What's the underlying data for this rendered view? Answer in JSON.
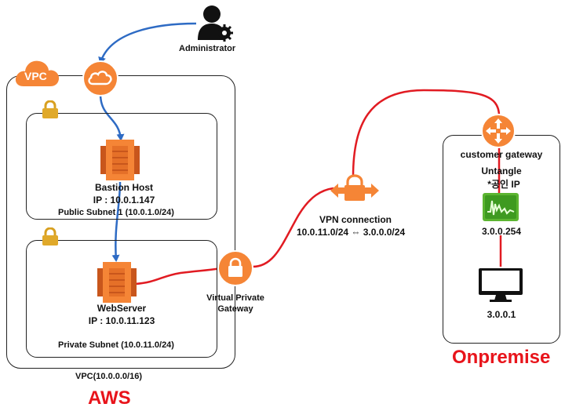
{
  "admin": {
    "label": "Administrator"
  },
  "vpc": {
    "badge": "VPC",
    "cidr_label": "VPC(10.0.0.0/16)"
  },
  "aws": {
    "label": "AWS"
  },
  "public_subnet": {
    "label": "Public Subnet 1 (10.0.1.0/24)"
  },
  "bastion": {
    "name": "Bastion Host",
    "ip": "IP : 10.0.1.147"
  },
  "private_subnet": {
    "label": "Private Subnet (10.0.11.0/24)"
  },
  "webserver": {
    "name": "WebServer",
    "ip": "IP : 10.0.11.123"
  },
  "vgw": {
    "line1": "Virtual Private",
    "line2": "Gateway"
  },
  "vpn": {
    "title": "VPN connection",
    "route": "10.0.11.0/24 ⇔ 3.0.0.0/24"
  },
  "onprem": {
    "cgw_label": "customer gateway",
    "untangle": "Untangle",
    "public_ip_note": "*공인 IP",
    "untangle_ip": "3.0.0.254",
    "client_ip": "3.0.0.1",
    "label": "Onpremise"
  },
  "colors": {
    "aws_orange": "#f58536",
    "link_blue": "#2e6bc4",
    "link_red": "#e11b22",
    "label_red": "#e8141b",
    "untangle_green": "#5cb531"
  }
}
